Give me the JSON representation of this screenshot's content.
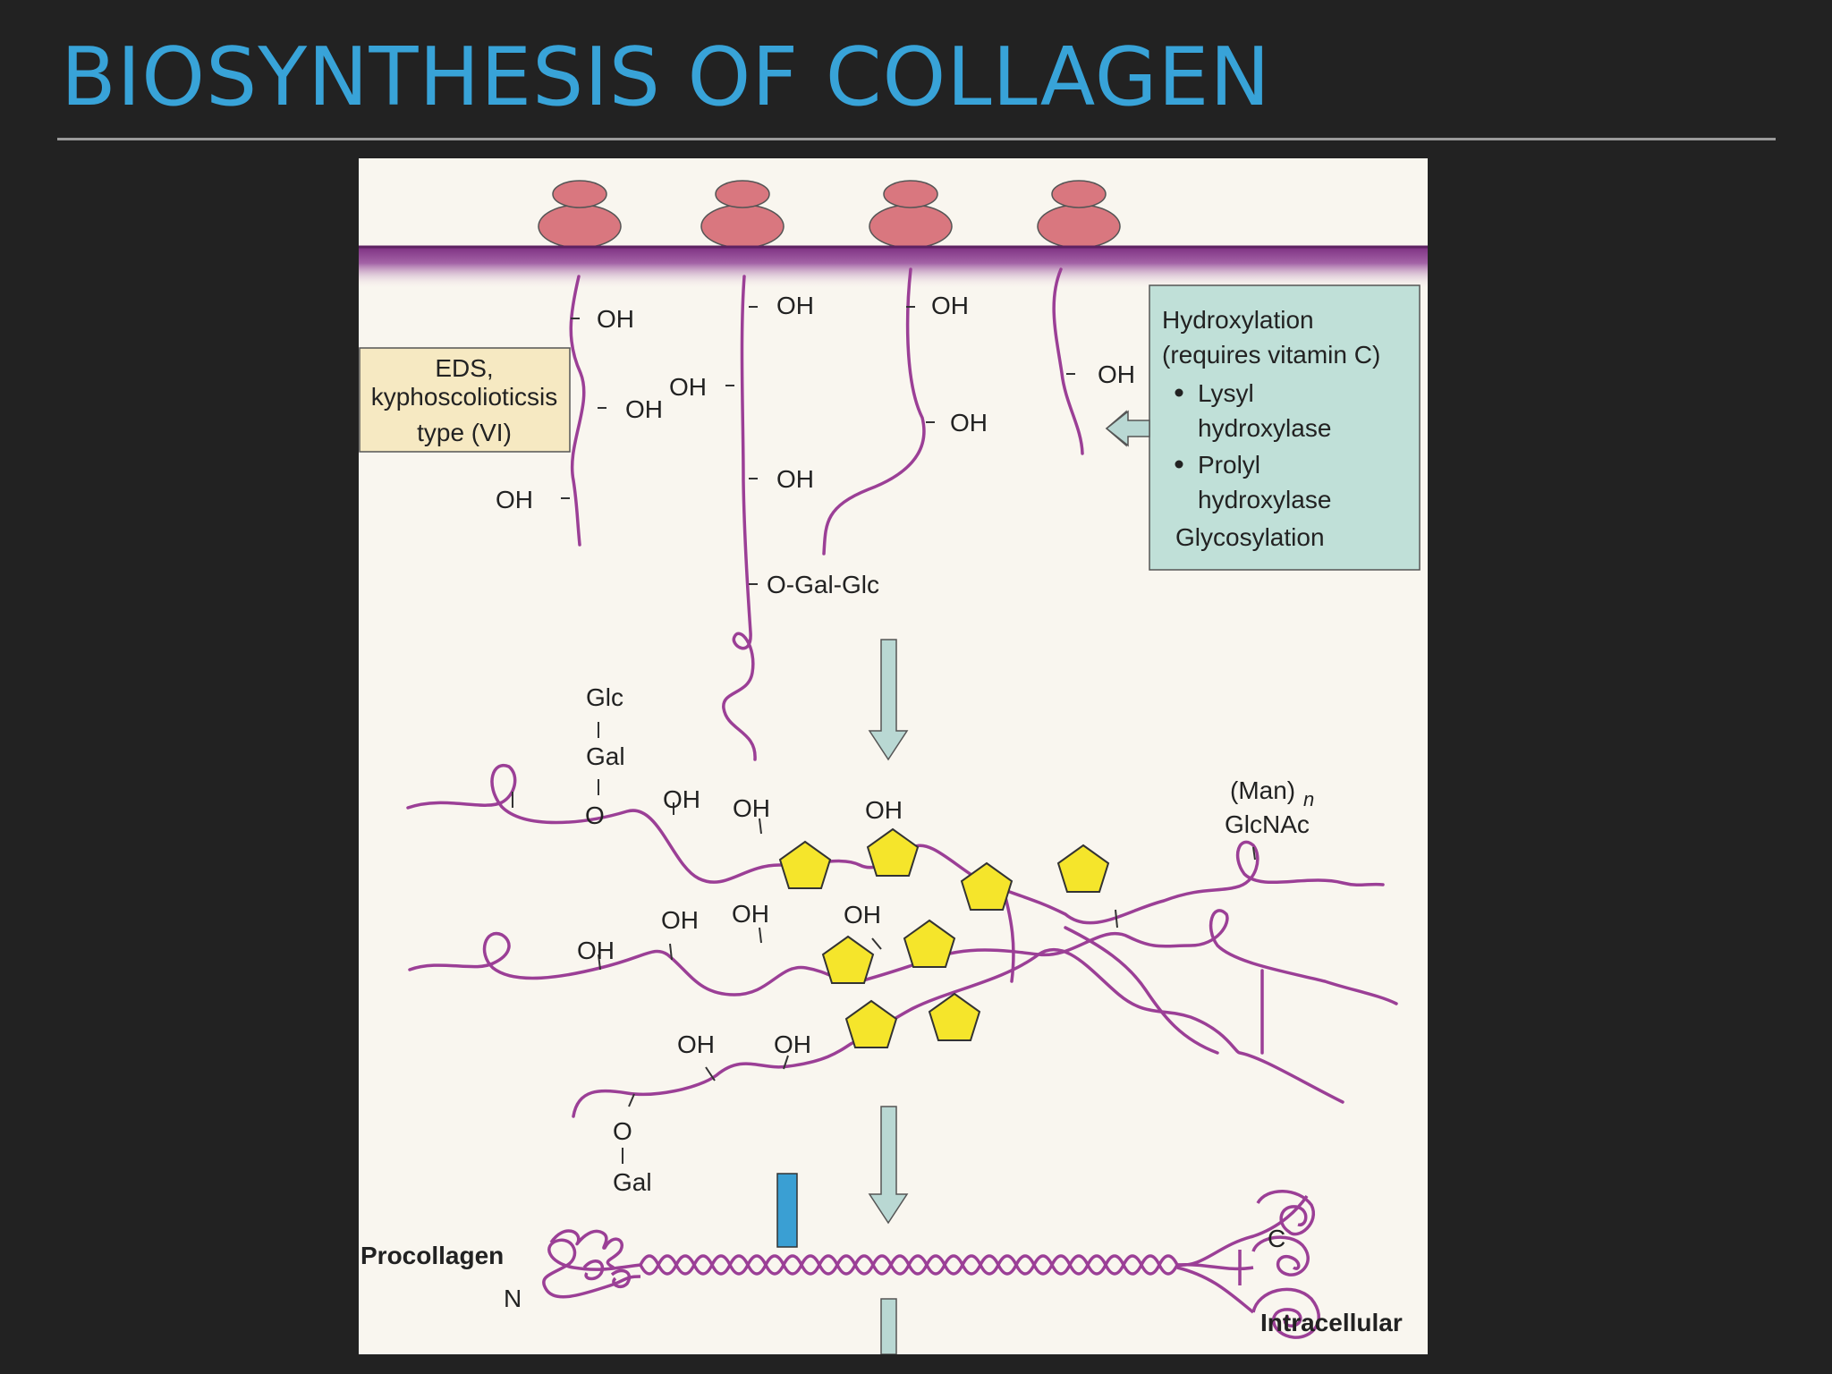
{
  "slide": {
    "title": "BIOSYNTHESIS OF COLLAGEN"
  },
  "figure": {
    "eds_box": {
      "line1": "EDS,",
      "line2": "kyphoscolioticsis",
      "line3": "type (VI)"
    },
    "enzyme_box": {
      "line1": "Hydroxylation",
      "line2": "(requires vitamin C)",
      "bullet1_line1": "Lysyl",
      "bullet1_line2": "hydroxylase",
      "bullet2_line1": "Prolyl",
      "bullet2_line2": "hydroxylase",
      "line_last": "Glycosylation"
    },
    "labels": {
      "oh": "OH",
      "o_gal_glc": "O-Gal-Glc",
      "glc": "Glc",
      "gal": "Gal",
      "o": "O",
      "man_n": "(Man)",
      "man_sub": "n",
      "glcnac": "GlcNAc",
      "procollagen": "Procollagen",
      "n_terminal": "N",
      "c_terminal": "C",
      "intracellular": "Intracellular"
    },
    "colors": {
      "chain": "#9b3f96",
      "ribosome": "#d9777f",
      "membrane": "#8a3a8c",
      "sugar": "#f5e52b",
      "arrow": "#b9d8d3",
      "eds_fill": "#f6e9c2",
      "enzyme_fill": "#c0e0d8",
      "background": "#f9f6ef",
      "marker": "#3a9fd3"
    }
  }
}
